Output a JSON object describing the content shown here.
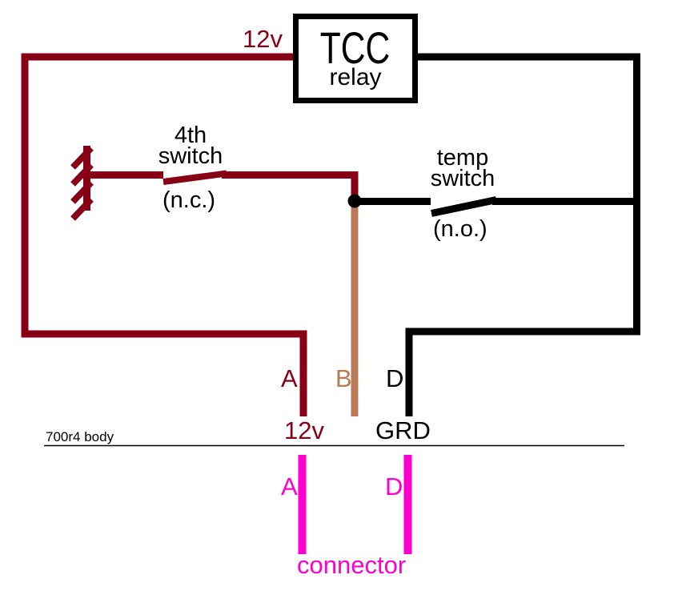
{
  "colors": {
    "wire_power": "#880015",
    "wire_ground": "#000000",
    "wire_b": "#b97a57",
    "wire_connector": "#ff00cc",
    "text_black": "#000000",
    "background": "#ffffff"
  },
  "relay": {
    "title": "TCC",
    "subtitle": "relay"
  },
  "labels": {
    "supply_12v": "12v",
    "fourth_switch": {
      "line1": "4th",
      "line2": "switch",
      "state": "(n.c.)"
    },
    "temp_switch": {
      "line1": "temp",
      "line2": "switch",
      "state": "(n.o.)"
    },
    "pins": {
      "a": "A",
      "b": "B",
      "d": "D"
    },
    "pin_functions": {
      "a_12v": "12v",
      "d_grd": "GRD"
    },
    "body": "700r4 body",
    "connector_pins": {
      "a": "A",
      "d": "D"
    },
    "connector": "connector"
  }
}
